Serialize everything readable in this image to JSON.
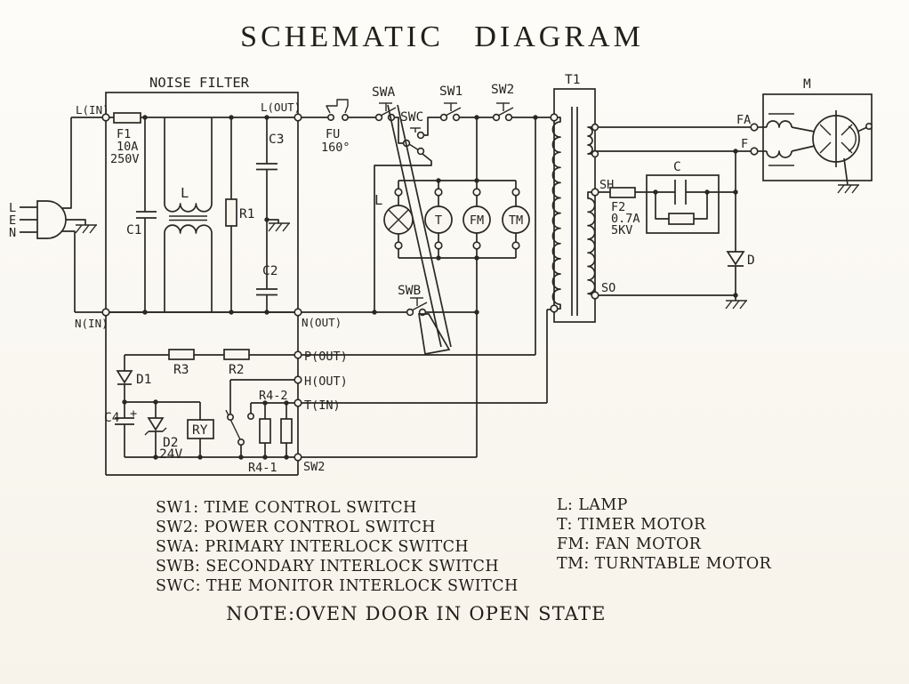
{
  "title": "SCHEMATIC DIAGRAM",
  "note": "NOTE:OVEN DOOR IN OPEN STATE",
  "colors": {
    "ink": "#2a2822",
    "paper": "#f9f6ef"
  },
  "ac_input": {
    "l": "L",
    "e": "E",
    "n": "N"
  },
  "noise_filter": {
    "label": "NOISE FILTER",
    "l_in": "L(IN)",
    "l_out": "L(OUT)",
    "n_in": "N(IN)",
    "n_out": "N(OUT)",
    "f1": "F1",
    "f1_current": "10A",
    "f1_voltage": "250V",
    "c1": "C1",
    "c2": "C2",
    "c3": "C3",
    "r1": "R1",
    "choke": "L"
  },
  "line_circuit": {
    "fu": "FU",
    "fu_temp": "160°",
    "swa": "SWA",
    "swb": "SWB",
    "swc": "SWC",
    "sw1": "SW1",
    "sw2": "SW2",
    "lamp": "L",
    "timer": "T",
    "fan": "FM",
    "turntable": "TM"
  },
  "hv_section": {
    "t1": "T1",
    "m": "M",
    "fa": "FA",
    "f": "F",
    "sh": "SH",
    "so": "SO",
    "f2": "F2",
    "f2_current": "0.7A",
    "f2_voltage": "5KV",
    "c": "C",
    "d": "D"
  },
  "control_board": {
    "p_out": "P(OUT)",
    "h_out": "H(OUT)",
    "t_in": "T(IN)",
    "sw2": "SW2",
    "d1": "D1",
    "d2": "D2",
    "d2_voltage": "24V",
    "c4": "C4",
    "c4_polarity": "+",
    "r2": "R2",
    "r3": "R3",
    "r4_1": "R4-1",
    "r4_2": "R4-2",
    "ry": "RY"
  },
  "legend": {
    "switches": [
      "SW1: TIME CONTROL SWITCH",
      "SW2: POWER CONTROL SWITCH",
      "SWA: PRIMARY INTERLOCK SWITCH",
      "SWB: SECONDARY INTERLOCK SWITCH",
      "SWC: THE MONITOR INTERLOCK SWITCH"
    ],
    "loads": [
      "L: LAMP",
      "T: TIMER MOTOR",
      "FM: FAN MOTOR",
      "TM: TURNTABLE MOTOR"
    ]
  }
}
